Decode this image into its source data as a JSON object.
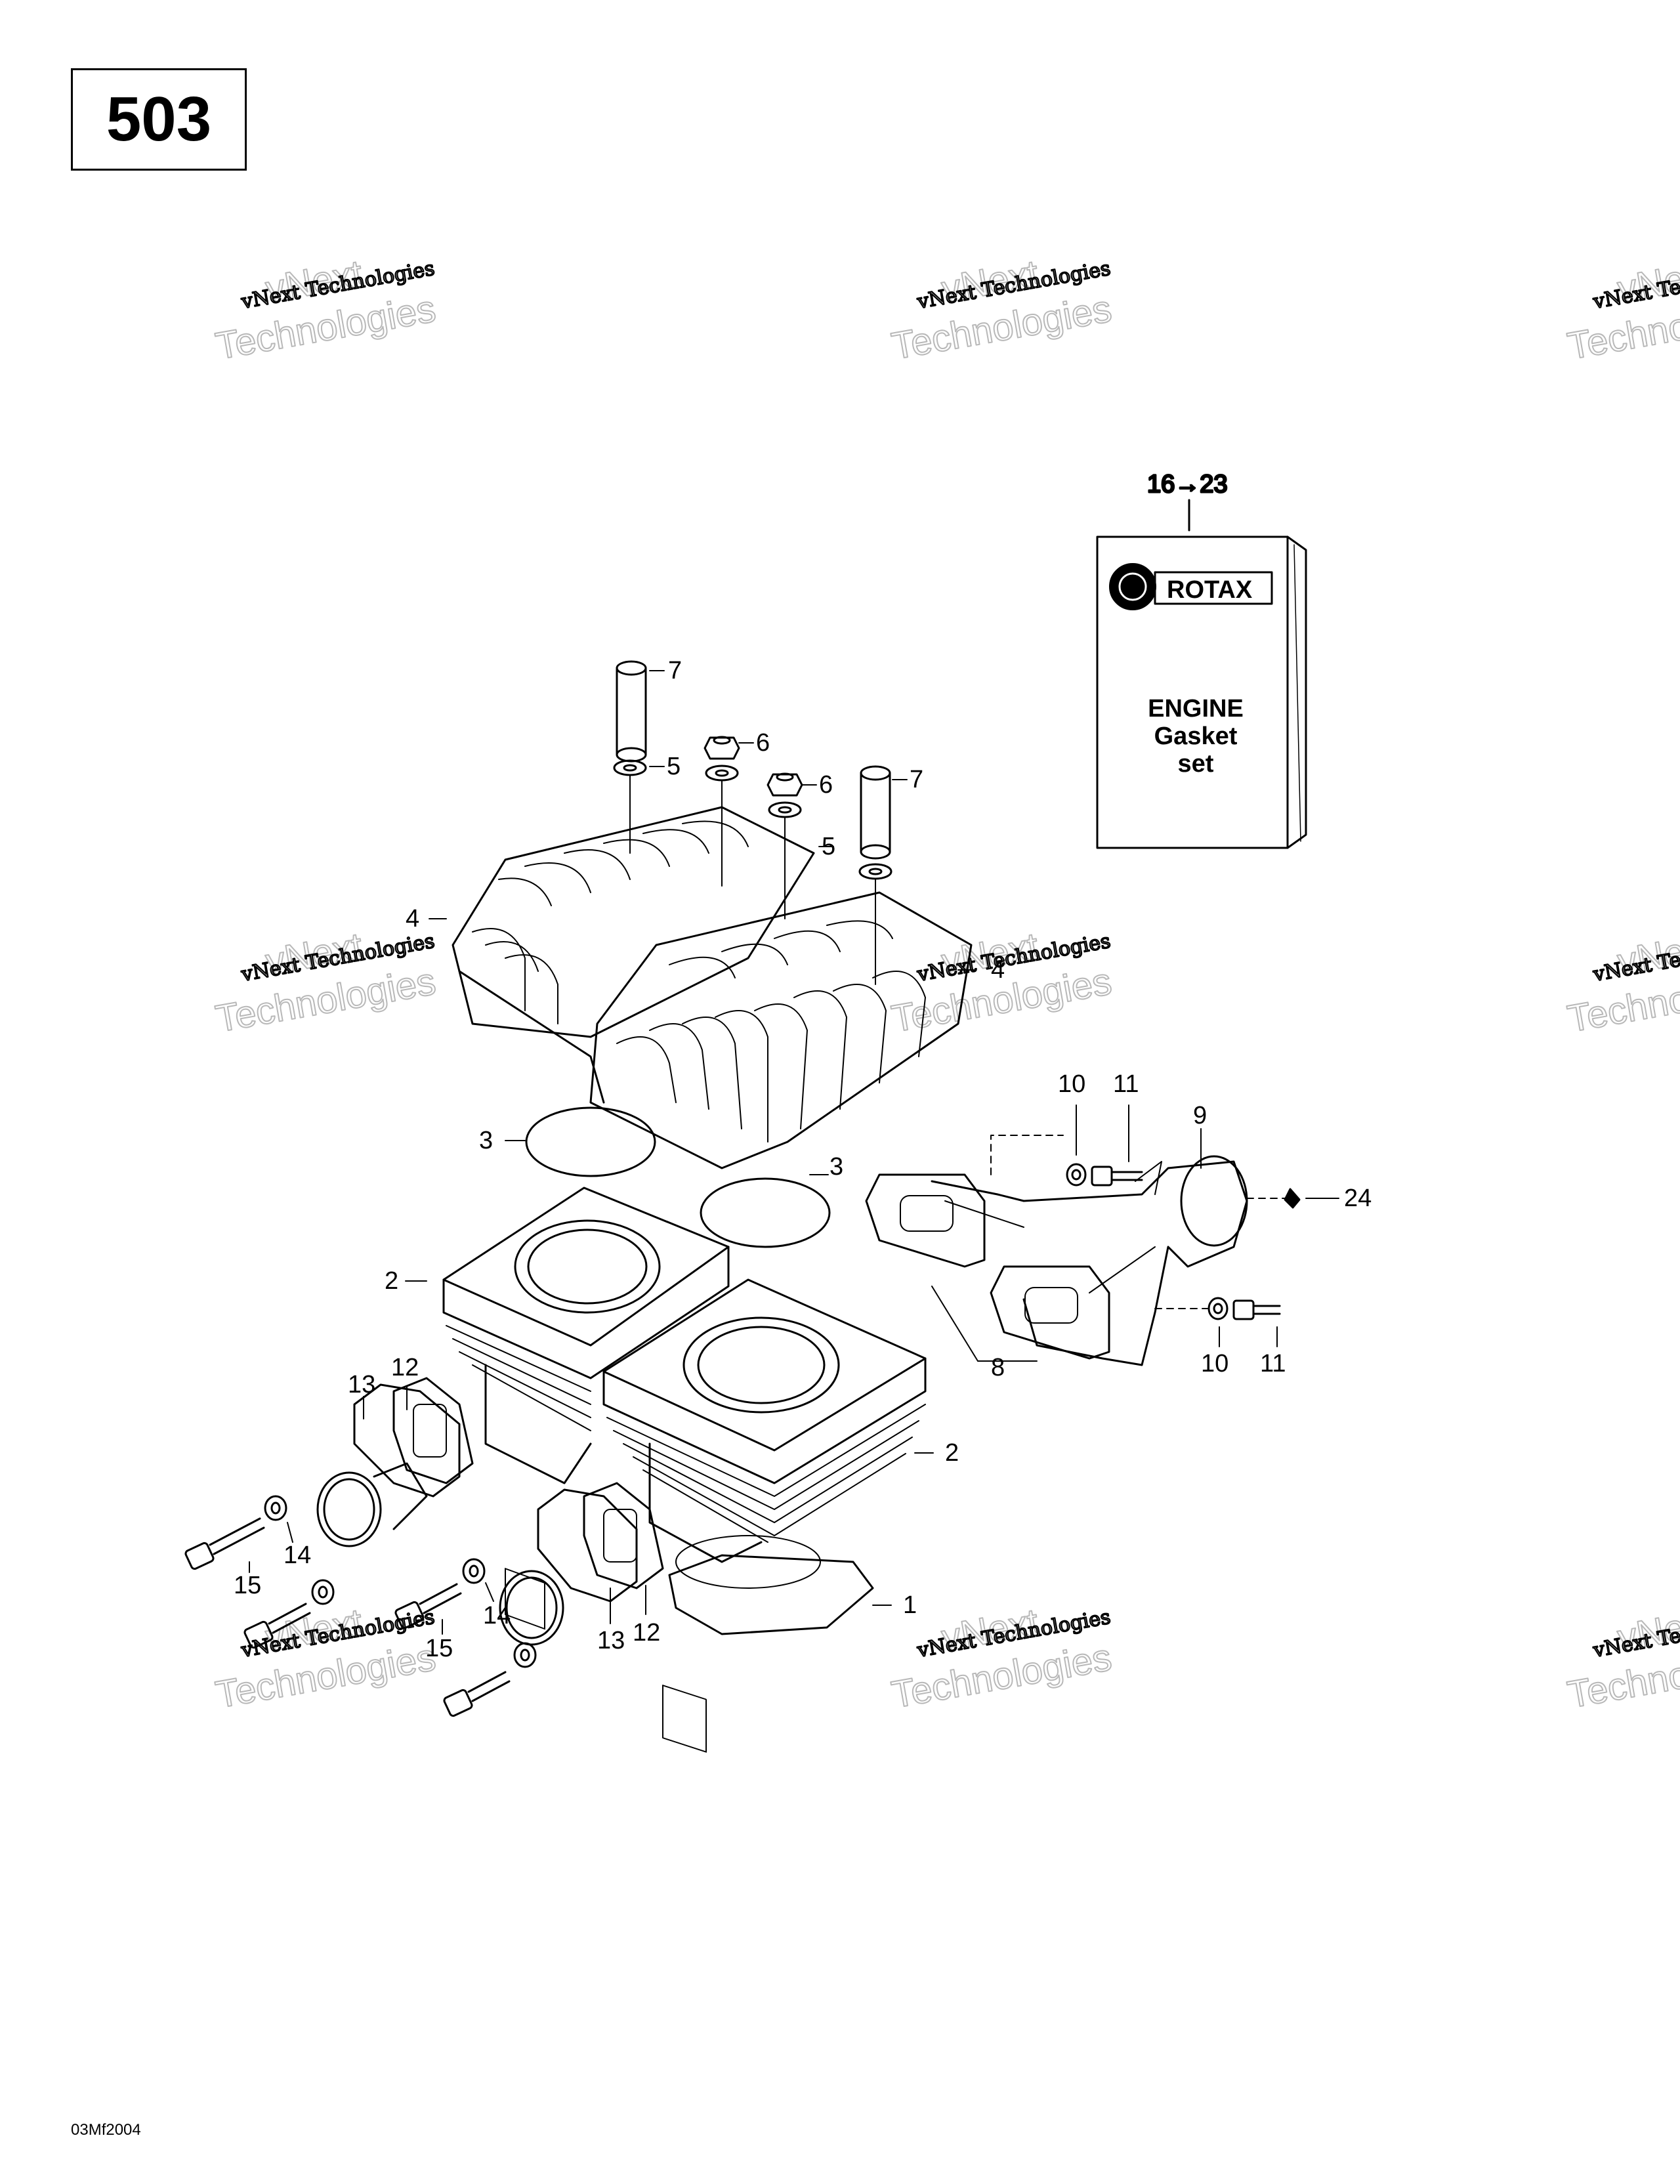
{
  "page": {
    "model_number": "503",
    "figure_code": "03Mf2004"
  },
  "watermark": {
    "line1": "vNext Technologies",
    "line2": "vNext",
    "line3": "Technologies"
  },
  "gasket_kit": {
    "callout": "16→23",
    "brand": "ROTAX",
    "line1": "ENGINE",
    "line2": "Gasket",
    "line3": "set"
  },
  "callouts": {
    "c1": "1",
    "c2a": "2",
    "c2b": "2",
    "c3a": "3",
    "c3b": "3",
    "c4a": "4",
    "c4b": "4",
    "c5a": "5",
    "c5b": "5",
    "c6a": "6",
    "c6b": "6",
    "c7a": "7",
    "c7b": "7",
    "c8": "8",
    "c9": "9",
    "c10a": "10",
    "c10b": "10",
    "c11a": "11",
    "c11b": "11",
    "c12a": "12",
    "c12b": "12",
    "c13a": "13",
    "c13b": "13",
    "c14a": "14",
    "c14b": "14",
    "c15a": "15",
    "c15b": "15",
    "c24": "24"
  },
  "colors": {
    "line": "#000000",
    "watermark": "#b8b8b8"
  }
}
